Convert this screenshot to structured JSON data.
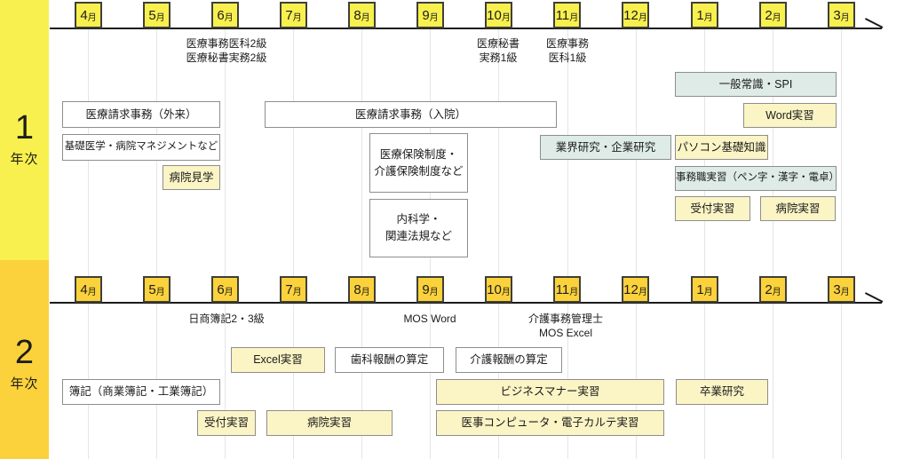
{
  "palette": {
    "year1_yellow": "#F8F04E",
    "year2_gold": "#FBD23B",
    "course_box_yellow": "#FBF4C5",
    "course_box_blue": "#DEEBE7",
    "course_box_white": "#FFFFFF",
    "box_border_gray": "#8E8E8E",
    "month_border_dark": "#3F3F38",
    "gridline": "#E5E5E5",
    "timeline": "#1A1A1A"
  },
  "months": [
    {
      "num": "4",
      "suffix": "月"
    },
    {
      "num": "5",
      "suffix": "月"
    },
    {
      "num": "6",
      "suffix": "月"
    },
    {
      "num": "7",
      "suffix": "月"
    },
    {
      "num": "8",
      "suffix": "月"
    },
    {
      "num": "9",
      "suffix": "月"
    },
    {
      "num": "10",
      "suffix": "月"
    },
    {
      "num": "11",
      "suffix": "月"
    },
    {
      "num": "12",
      "suffix": "月"
    },
    {
      "num": "1",
      "suffix": "月"
    },
    {
      "num": "2",
      "suffix": "月"
    },
    {
      "num": "3",
      "suffix": "月"
    }
  ],
  "year1": {
    "label_number": "1",
    "label_suffix": "年次",
    "annotations": [
      {
        "text": "医療事務医科2級\n医療秘書実務2級"
      },
      {
        "text": "医療秘書\n実務1級"
      },
      {
        "text": "医療事務\n医科1級"
      }
    ],
    "boxes": [
      {
        "label": "医療請求事務（外来）"
      },
      {
        "label": "基礎医学・病院マネジメントなど"
      },
      {
        "label": "病院見学"
      },
      {
        "label": "医療請求事務（入院）"
      },
      {
        "label": "医療保険制度・\n介護保険制度など"
      },
      {
        "label": "内科学・\n関連法規など"
      },
      {
        "label": "業界研究・企業研究"
      },
      {
        "label": "一般常識・SPI"
      },
      {
        "label": "Word実習"
      },
      {
        "label": "パソコン基礎知識"
      },
      {
        "label": "事務職実習（ペン字・漢字・電卓）"
      },
      {
        "label": "受付実習"
      },
      {
        "label": "病院実習"
      }
    ]
  },
  "year2": {
    "label_number": "2",
    "label_suffix": "年次",
    "annotations": [
      {
        "text": "日商簿記2・3級"
      },
      {
        "text": "MOS Word"
      },
      {
        "text": "介護事務管理士\nMOS Excel"
      }
    ],
    "boxes": [
      {
        "label": "簿記（商業簿記・工業簿記）"
      },
      {
        "label": "Excel実習"
      },
      {
        "label": "歯科報酬の算定"
      },
      {
        "label": "介護報酬の算定"
      },
      {
        "label": "ビジネスマナー実習"
      },
      {
        "label": "卒業研究"
      },
      {
        "label": "受付実習"
      },
      {
        "label": "病院実習"
      },
      {
        "label": "医事コンピュータ・電子カルテ実習"
      }
    ]
  }
}
